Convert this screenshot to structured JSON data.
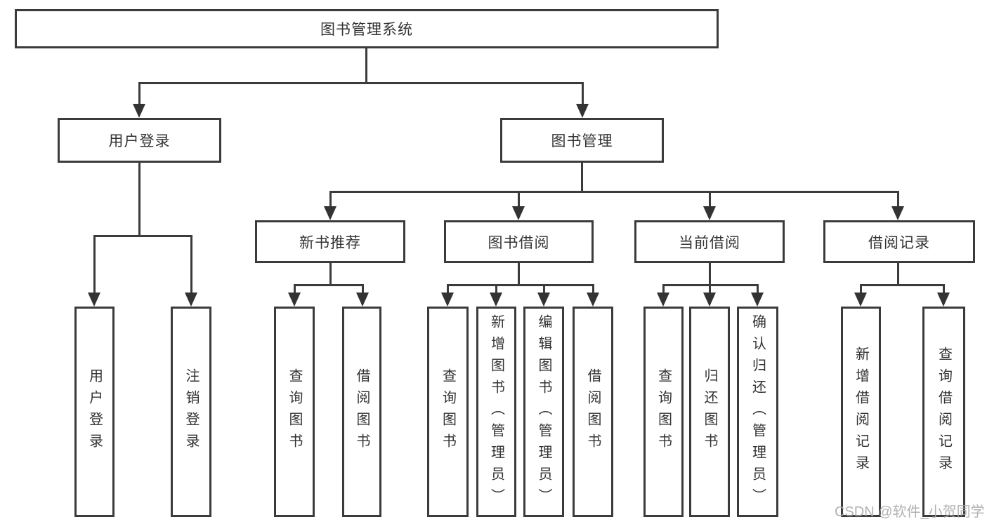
{
  "tree": {
    "root": "图书管理系统",
    "branches": [
      {
        "label": "用户登录",
        "children": [
          "用户登录",
          "注销登录"
        ]
      },
      {
        "label": "图书管理",
        "groups": [
          {
            "label": "新书推荐",
            "children": [
              "查询图书",
              "借阅图书"
            ]
          },
          {
            "label": "图书借阅",
            "children": [
              "查询图书",
              "新增图书（管理员）",
              "编辑图书（管理员）",
              "借阅图书"
            ]
          },
          {
            "label": "当前借阅",
            "children": [
              "查询图书",
              "归还图书",
              "确认归还（管理员）"
            ]
          },
          {
            "label": "借阅记录",
            "children": [
              "新增借阅记录",
              "查询借阅记录"
            ]
          }
        ]
      }
    ]
  },
  "watermark": "CSDN @软件_小贺同学",
  "colors": {
    "line": "#3b3b3b",
    "text": "#333333",
    "watermark": "#aaaaaa",
    "background": "#ffffff"
  }
}
